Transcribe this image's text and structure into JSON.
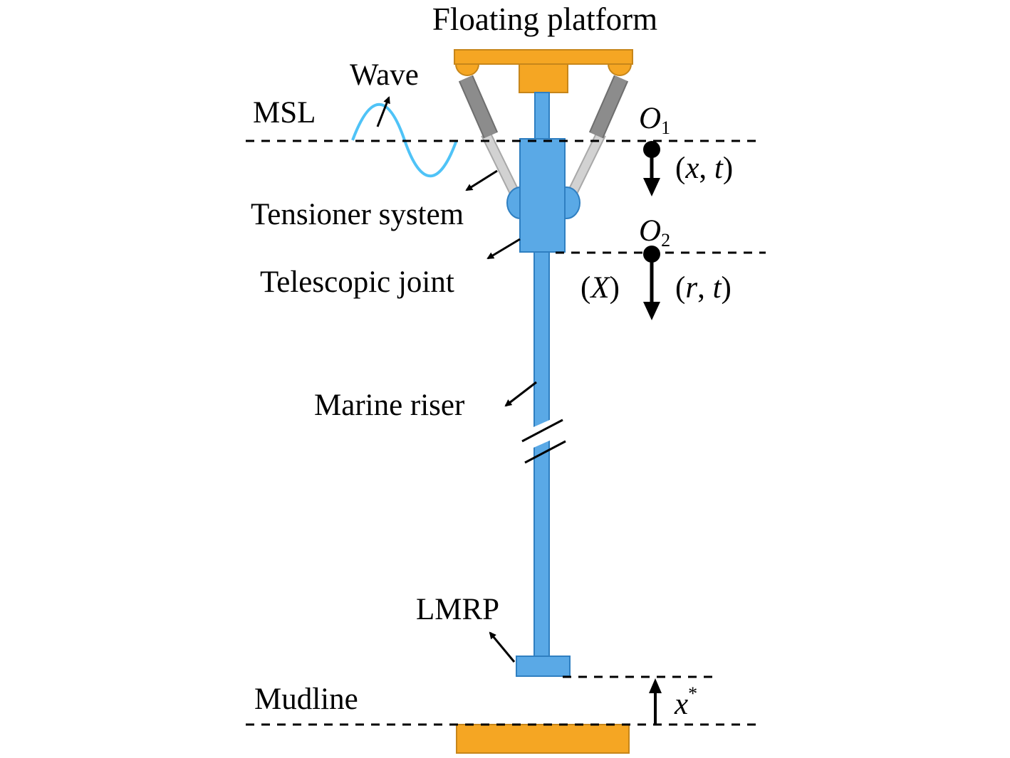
{
  "labels": {
    "platform": "Floating platform",
    "wave": "Wave",
    "msl": "MSL",
    "tensioner": "Tensioner system",
    "telescopic": "Telescopic joint",
    "riser": "Marine riser",
    "lmrp": "LMRP",
    "mudline": "Mudline"
  },
  "symbols": {
    "o1": "O",
    "o1_sub": "1",
    "o2": "O",
    "o2_sub": "2",
    "coord1_open": "(",
    "coord1_var1": "x",
    "coord1_sep": ", ",
    "coord1_var2": "t",
    "coord1_close": ")",
    "coord2_open": "(",
    "coord2_var1": "r",
    "coord2_sep": ", ",
    "coord2_var2": "t",
    "coord2_close": ")",
    "bigx_open": "(",
    "bigx_var": "X",
    "bigx_close": ")",
    "xstar": "x",
    "xstar_sup": "*"
  },
  "colors": {
    "platform": "#F5A623",
    "riser": "#5AA9E6",
    "wave": "#4FC3F7",
    "tensioner_dark": "#8C8C8C",
    "tensioner_light": "#C8C8C8"
  }
}
